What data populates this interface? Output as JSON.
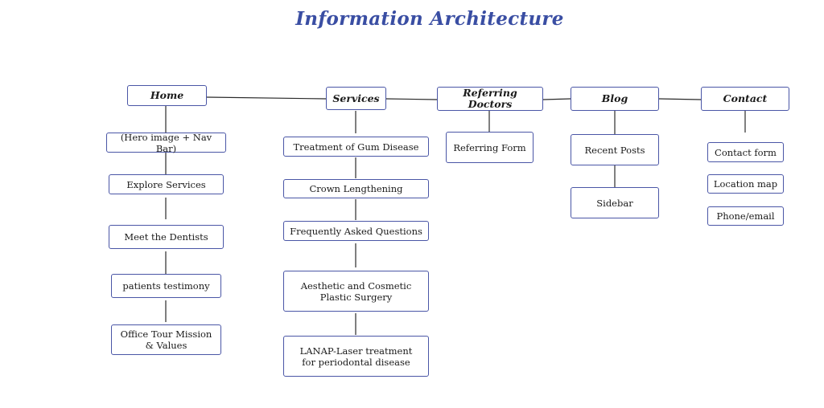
{
  "title": "Information Architecture",
  "columns": {
    "home": {
      "header": "Home",
      "items": [
        "(Hero image + Nav Bar)",
        "Explore Services",
        "Meet the Dentists",
        "patients testimony",
        "Office Tour Mission\n& Values"
      ]
    },
    "services": {
      "header": "Services",
      "items": [
        "Treatment of Gum Disease",
        "Crown Lengthening",
        "Frequently Asked Questions",
        "Aesthetic and Cosmetic\nPlastic Surgery",
        "LANAP-Laser treatment\nfor periodontal disease"
      ]
    },
    "referring": {
      "header": "Referring Doctors",
      "items": [
        "Referring Form"
      ]
    },
    "blog": {
      "header": "Blog",
      "items": [
        "Recent Posts",
        "Sidebar"
      ]
    },
    "contact": {
      "header": "Contact",
      "items": [
        "Contact form",
        "Location map",
        "Phone/email"
      ]
    }
  },
  "colors": {
    "title": "#3a4ea3",
    "border": "#4a56a6",
    "connector": "#2a2a2a"
  }
}
